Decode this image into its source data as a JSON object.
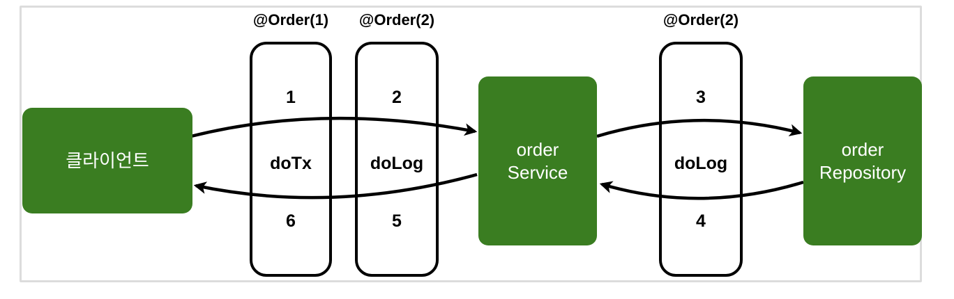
{
  "client": {
    "label": "클라이언트"
  },
  "advices": [
    {
      "annotation": "@Order(1)",
      "method": "doTx",
      "forward_step": "1",
      "return_step": "6"
    },
    {
      "annotation": "@Order(2)",
      "method": "doLog",
      "forward_step": "2",
      "return_step": "5"
    },
    {
      "annotation": "@Order(2)",
      "method": "doLog",
      "forward_step": "3",
      "return_step": "4"
    }
  ],
  "targets": [
    {
      "line1": "order",
      "line2": "Service"
    },
    {
      "line1": "order",
      "line2": "Repository"
    }
  ],
  "colors": {
    "node_fill": "#3a7d21",
    "node_text": "#ffffff",
    "line": "#000000",
    "frame_border": "#dcdcdc",
    "background": "#ffffff"
  }
}
